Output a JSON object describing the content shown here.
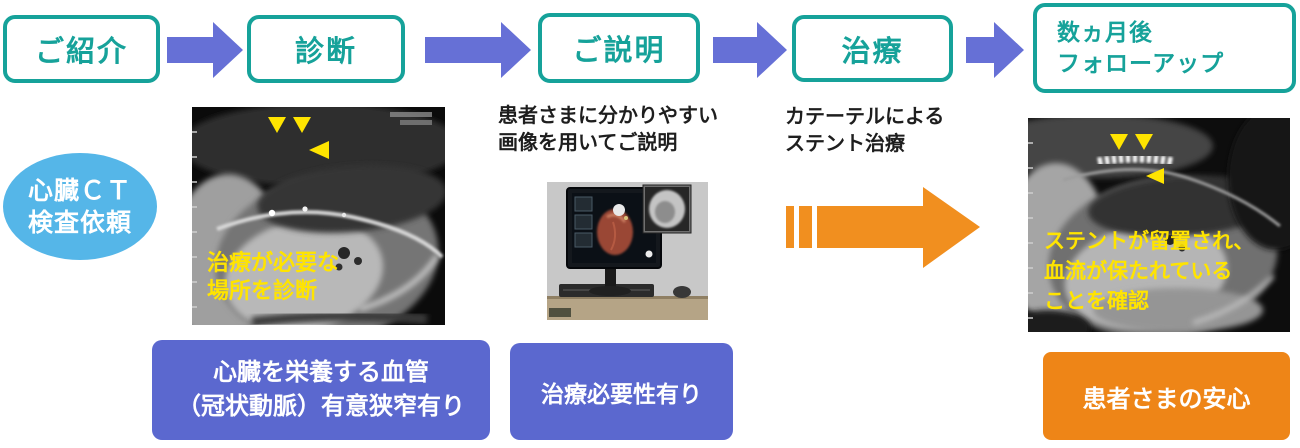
{
  "steps": [
    {
      "label": "ご紹介"
    },
    {
      "label": "診断"
    },
    {
      "label": "ご説明"
    },
    {
      "label": "治療"
    },
    {
      "label_line1": "数ヵ月後",
      "label_line2": "フォローアップ"
    }
  ],
  "request_badge": {
    "line1": "心臓ＣＴ",
    "line2": "検査依頼"
  },
  "diagnosis": {
    "ct_annotation_line1": "治療が必要な",
    "ct_annotation_line2": "場所を診断",
    "finding_line1": "心臓を栄養する血管",
    "finding_line2": "（冠状動脈）有意狭窄有り"
  },
  "explanation": {
    "note_line1": "患者さまに分かりやすい",
    "note_line2": "画像を用いてご説明",
    "finding": "治療必要性有り"
  },
  "treatment": {
    "note_line1": "カテーテルによる",
    "note_line2": "ステント治療"
  },
  "followup": {
    "ct_annotation_line1": "ステントが留置され、",
    "ct_annotation_line2": "血流が保たれている",
    "ct_annotation_line3": "ことを確認",
    "outcome": "患者さまの安心"
  },
  "colors": {
    "step_border_teal": "#16a29a",
    "flow_arrow_blue": "#6670d6",
    "result_box_blue": "#5b68cf",
    "request_badge_blue": "#55b6e8",
    "treatment_arrow_orange": "#f18f1f",
    "outcome_box_orange": "#ee8517",
    "ct_annotation_yellow": "#ffe400"
  }
}
